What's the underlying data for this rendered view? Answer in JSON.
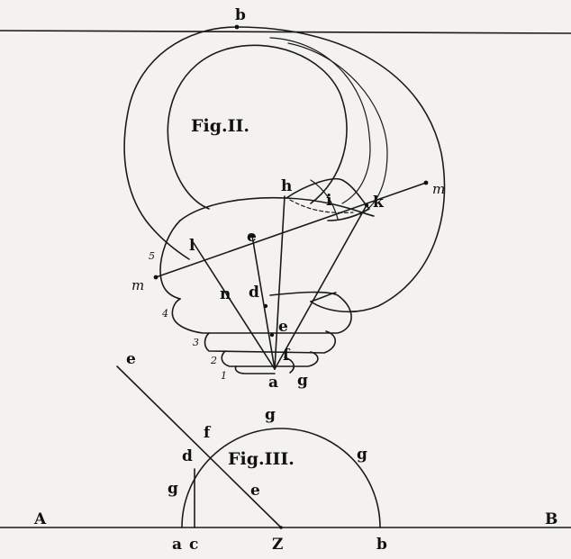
{
  "fig2": {
    "title": "Fig.II.",
    "labels": {
      "b": "b",
      "m_right": "m",
      "m_left": "m",
      "h": "h",
      "i": "i",
      "k": "k",
      "e_top": "e",
      "l": "l",
      "n": "n",
      "d": "d",
      "e_mid": "e",
      "f": "f",
      "a": "a",
      "g": "g",
      "w5": "5",
      "w4": "4",
      "w3": "3",
      "w2": "2",
      "w1": "1"
    }
  },
  "fig3": {
    "title": "Fig.III.",
    "labels": {
      "e_top": "e",
      "f": "f",
      "d": "d",
      "g_top": "g",
      "g_right": "g",
      "g_left": "g",
      "e_mid": "e",
      "A": "A",
      "B": "B",
      "a": "a",
      "c": "c",
      "Z": "Z",
      "b": "b"
    }
  }
}
